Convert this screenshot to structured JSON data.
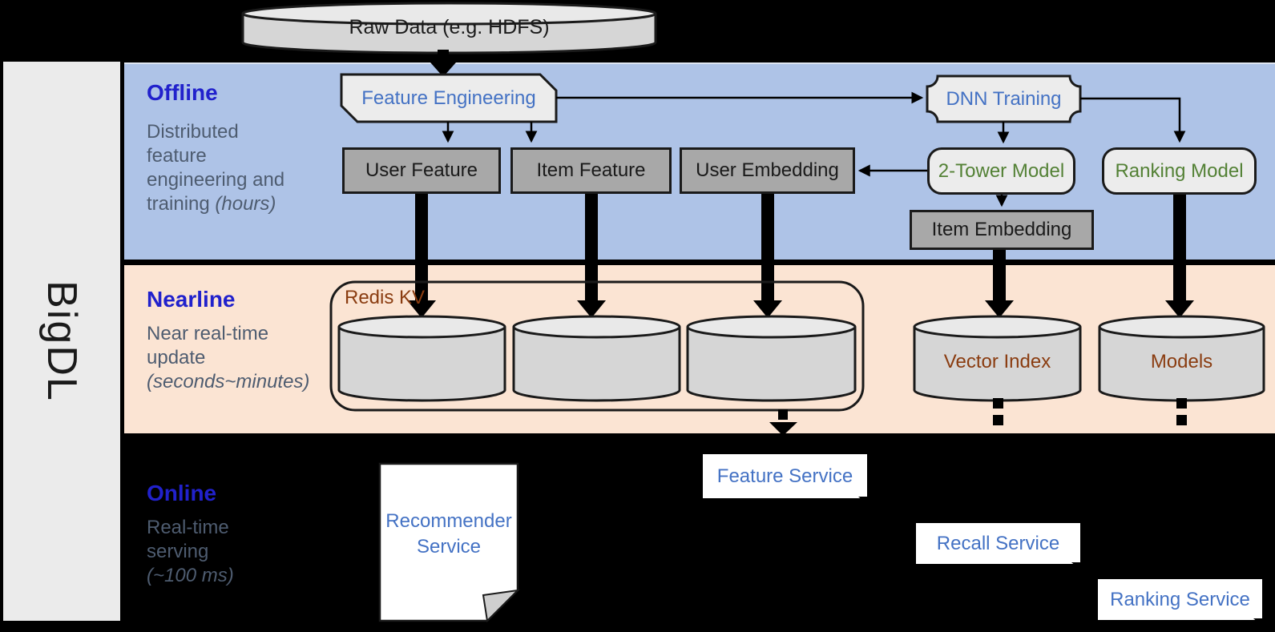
{
  "brand": {
    "name": "BigDL"
  },
  "bands": {
    "offline": {
      "title": "Offline",
      "desc1": "Distributed",
      "desc2": "feature",
      "desc3": "engineering and",
      "desc4a": "training ",
      "desc4b": "(hours)"
    },
    "nearline": {
      "title": "Nearline",
      "desc1": "Near real-time",
      "desc2": "update",
      "desc3": "(seconds~minutes)"
    },
    "online": {
      "title": "Online",
      "desc1": "Real-time",
      "desc2": "serving",
      "desc3": "(~100 ms)"
    }
  },
  "nodes": {
    "raw_data": "Raw Data (e.g. HDFS)",
    "feature_engineering": "Feature Engineering",
    "dnn_training": "DNN Training",
    "user_feature": "User Feature",
    "item_feature": "Item Feature",
    "user_embedding": "User Embedding",
    "two_tower_model": "2-Tower Model",
    "ranking_model": "Ranking Model",
    "item_embedding": "Item Embedding",
    "redis_kv": "Redis KV",
    "vector_index": "Vector Index",
    "models": "Models",
    "feature_service": "Feature Service",
    "recommender_service": "Recommender Service",
    "recall_service": "Recall Service",
    "ranking_service": "Ranking Service"
  },
  "colors": {
    "offline_band": "#aec3e7",
    "nearline_band": "#fbe4d3",
    "background": "#000000",
    "sidebar": "#ebebeb",
    "band_title_blue": "#2121cc",
    "desc_gray_blue": "#4e5c70",
    "process_text_blue": "#4472c4",
    "model_text_green": "#538135",
    "store_text_brown": "#8a3c10",
    "node_gray": "#a8a8a8",
    "node_light": "#ececec",
    "cylinder_body": "#d6d6d6",
    "cylinder_top": "#e9e9e9"
  }
}
